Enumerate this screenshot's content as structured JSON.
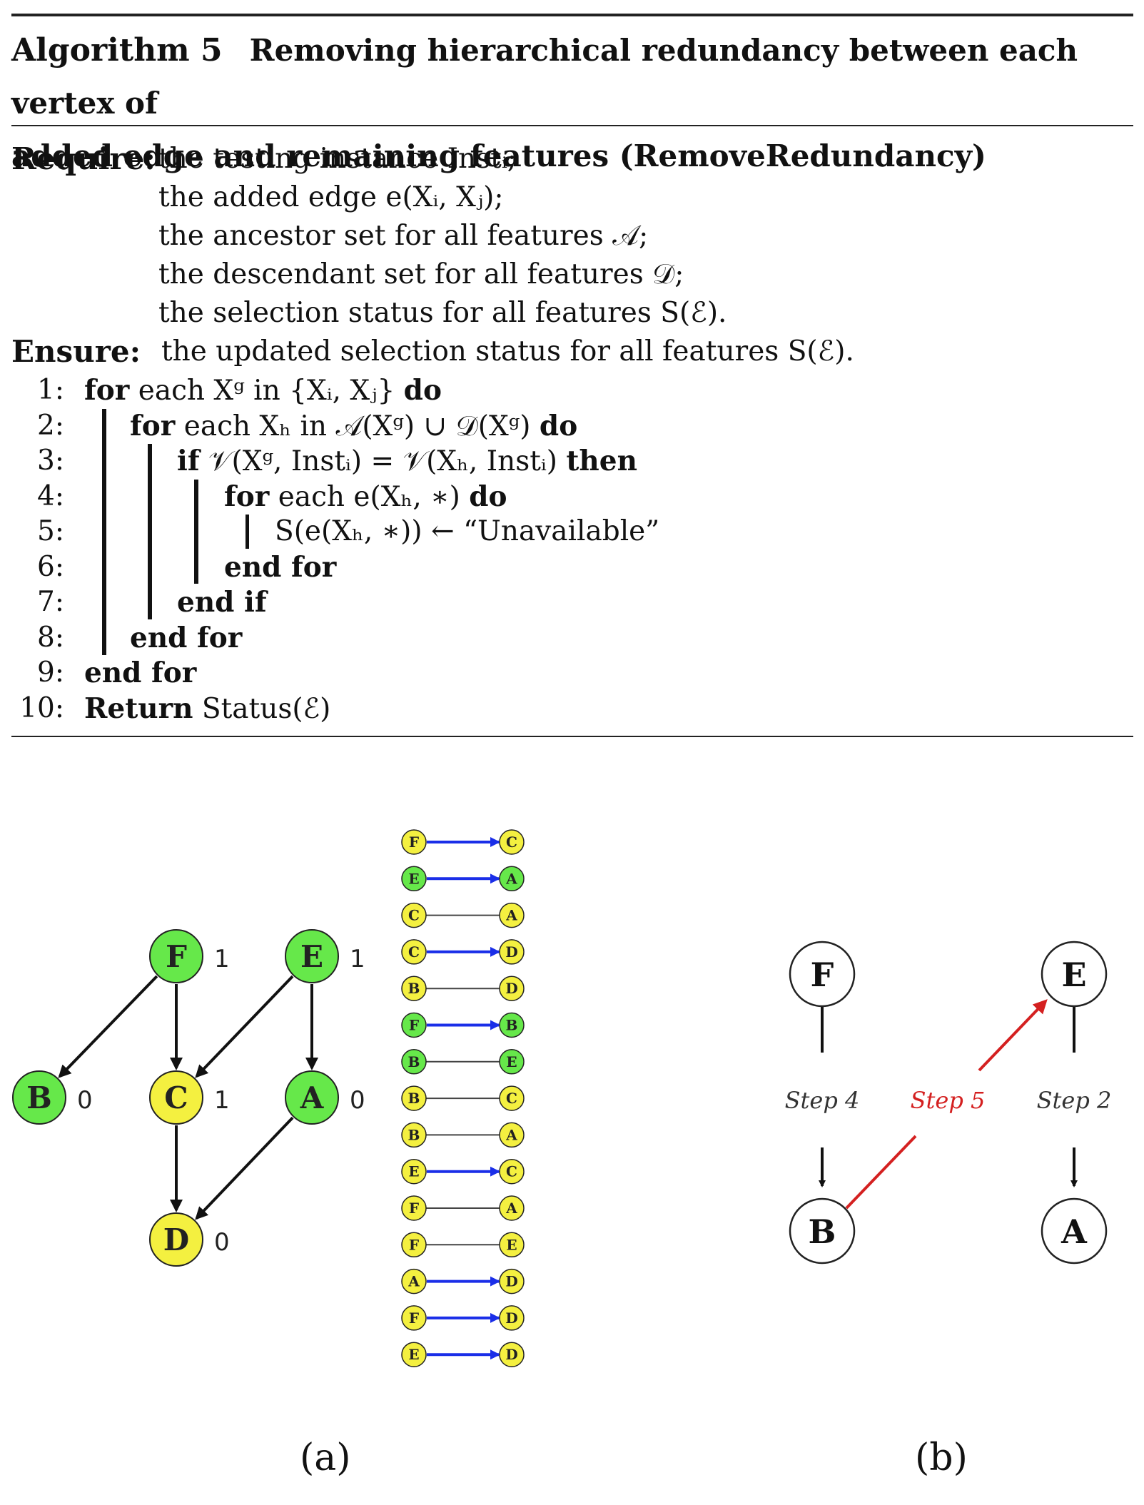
{
  "algorithm": {
    "number": "Algorithm 5",
    "caption_line1": "Removing hierarchical redundancy between each vertex of",
    "caption_line2": "added edge and remaining features (RemoveRedundancy)",
    "require_label": "Require:",
    "ensure_label": "Ensure:",
    "require": [
      "the testing instance Instᵢ;",
      "the added edge e(Xᵢ, Xⱼ);",
      "the ancestor set for all features 𝒜;",
      "the descendant set for all features 𝒟;",
      "the selection status for all features S(ℰ)."
    ],
    "ensure": "the updated selection status for all features S(ℰ).",
    "steps": [
      {
        "num": "1:",
        "kw1": "for",
        "text": " each Xᵍ in {Xᵢ, Xⱼ} ",
        "kw2": "do"
      },
      {
        "num": "2:",
        "kw1": "for",
        "text": " each Xₕ in 𝒜(Xᵍ) ∪ 𝒟(Xᵍ) ",
        "kw2": "do"
      },
      {
        "num": "3:",
        "kw1": "if",
        "text": " 𝒱(Xᵍ, Instᵢ) = 𝒱(Xₕ, Instᵢ) ",
        "kw2": "then"
      },
      {
        "num": "4:",
        "kw1": "for",
        "text": " each e(Xₕ, ∗) ",
        "kw2": "do"
      },
      {
        "num": "5:",
        "kw1": "",
        "text": "S(e(Xₕ, ∗)) ← “Unavailable”",
        "kw2": ""
      },
      {
        "num": "6:",
        "kw1": "end for",
        "text": "",
        "kw2": ""
      },
      {
        "num": "7:",
        "kw1": "end if",
        "text": "",
        "kw2": ""
      },
      {
        "num": "8:",
        "kw1": "end for",
        "text": "",
        "kw2": ""
      },
      {
        "num": "9:",
        "kw1": "end for",
        "text": "",
        "kw2": ""
      },
      {
        "num": "10:",
        "kw1": "Return",
        "text": " Status(ℰ)",
        "kw2": ""
      }
    ]
  },
  "figure_a": {
    "caption": "(a)",
    "nodes": [
      {
        "id": "F",
        "label": "F",
        "value": "1",
        "color": "#66e84a"
      },
      {
        "id": "E",
        "label": "E",
        "value": "1",
        "color": "#66e84a"
      },
      {
        "id": "B",
        "label": "B",
        "value": "0",
        "color": "#66e84a"
      },
      {
        "id": "C",
        "label": "C",
        "value": "1",
        "color": "#f4f040"
      },
      {
        "id": "A",
        "label": "A",
        "value": "0",
        "color": "#66e84a"
      },
      {
        "id": "D",
        "label": "D",
        "value": "0",
        "color": "#f4f040"
      }
    ],
    "edges": [
      {
        "from": "F",
        "to": "B"
      },
      {
        "from": "F",
        "to": "C"
      },
      {
        "from": "E",
        "to": "C"
      },
      {
        "from": "E",
        "to": "A"
      },
      {
        "from": "C",
        "to": "D"
      },
      {
        "from": "A",
        "to": "D"
      }
    ],
    "pairs": [
      {
        "left": "F",
        "left_color": "#f4f040",
        "right": "C",
        "right_color": "#f4f040",
        "arrow": true
      },
      {
        "left": "E",
        "left_color": "#66e84a",
        "right": "A",
        "right_color": "#66e84a",
        "arrow": true
      },
      {
        "left": "C",
        "left_color": "#f4f040",
        "right": "A",
        "right_color": "#f4f040",
        "arrow": false
      },
      {
        "left": "C",
        "left_color": "#f4f040",
        "right": "D",
        "right_color": "#f4f040",
        "arrow": true
      },
      {
        "left": "B",
        "left_color": "#f4f040",
        "right": "D",
        "right_color": "#f4f040",
        "arrow": false
      },
      {
        "left": "F",
        "left_color": "#66e84a",
        "right": "B",
        "right_color": "#66e84a",
        "arrow": true
      },
      {
        "left": "B",
        "left_color": "#66e84a",
        "right": "E",
        "right_color": "#66e84a",
        "arrow": false
      },
      {
        "left": "B",
        "left_color": "#f4f040",
        "right": "C",
        "right_color": "#f4f040",
        "arrow": false
      },
      {
        "left": "B",
        "left_color": "#f4f040",
        "right": "A",
        "right_color": "#f4f040",
        "arrow": false
      },
      {
        "left": "E",
        "left_color": "#f4f040",
        "right": "C",
        "right_color": "#f4f040",
        "arrow": true
      },
      {
        "left": "F",
        "left_color": "#f4f040",
        "right": "A",
        "right_color": "#f4f040",
        "arrow": false
      },
      {
        "left": "F",
        "left_color": "#f4f040",
        "right": "E",
        "right_color": "#f4f040",
        "arrow": false
      },
      {
        "left": "A",
        "left_color": "#f4f040",
        "right": "D",
        "right_color": "#f4f040",
        "arrow": true
      },
      {
        "left": "F",
        "left_color": "#f4f040",
        "right": "D",
        "right_color": "#f4f040",
        "arrow": true
      },
      {
        "left": "E",
        "left_color": "#f4f040",
        "right": "D",
        "right_color": "#f4f040",
        "arrow": true
      }
    ],
    "arrow_color": "#1a2ee8"
  },
  "figure_b": {
    "caption": "(b)",
    "nodes": [
      {
        "id": "F",
        "label": "F"
      },
      {
        "id": "E",
        "label": "E"
      },
      {
        "id": "B",
        "label": "B"
      },
      {
        "id": "A",
        "label": "A"
      }
    ],
    "steps": [
      {
        "label": "Step 4",
        "color": "#333333"
      },
      {
        "label": "Step 5",
        "color": "#d42020"
      },
      {
        "label": "Step 2",
        "color": "#333333"
      }
    ],
    "highlight_color": "#d42020"
  }
}
